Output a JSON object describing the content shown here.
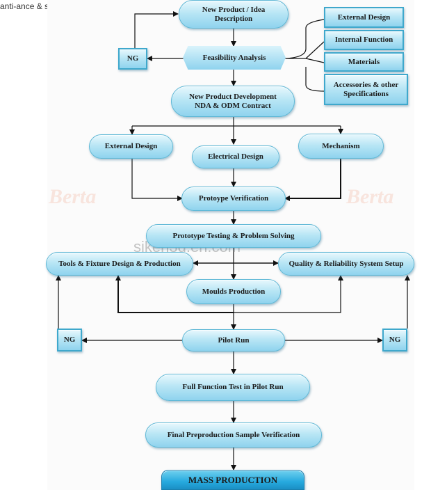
{
  "caption": "anti-ance & slim face",
  "watermarks": {
    "left": "Berta",
    "right": "Berta",
    "site": "siken3d.en.com"
  },
  "nodes": {
    "new_product": "New Product / Idea Description",
    "feasibility": "Feasibility Analysis",
    "ng_top": "NG",
    "external_design_box": "External Design",
    "internal_function": "Internal Function",
    "materials": "Materials",
    "accessories": "Accessories & other Specifications",
    "npd": "New Product Development NDA & ODM Contract",
    "external_design": "External Design",
    "electrical_design": "Electrical Design",
    "mechanism": "Mechanism",
    "prototype_verification": "Protoype Verification",
    "prototype_testing": "Prototype Testing & Problem Solving",
    "tools_fixture": "Tools & Fixture Design & Production",
    "quality": "Quality & Reliability System Setup",
    "moulds": "Moulds Production",
    "ng_left": "NG",
    "pilot_run": "Pilot Run",
    "ng_right": "NG",
    "full_function": "Full Function Test in Pilot Run",
    "final_preproduction": "Final Preproduction Sample Verification",
    "mass_production": "MASS PRODUCTION"
  },
  "colors": {
    "node_fill": "#b9e6f5",
    "node_border": "#5fb8d6",
    "mass_fill": "#26a9de",
    "edge": "#111111"
  }
}
